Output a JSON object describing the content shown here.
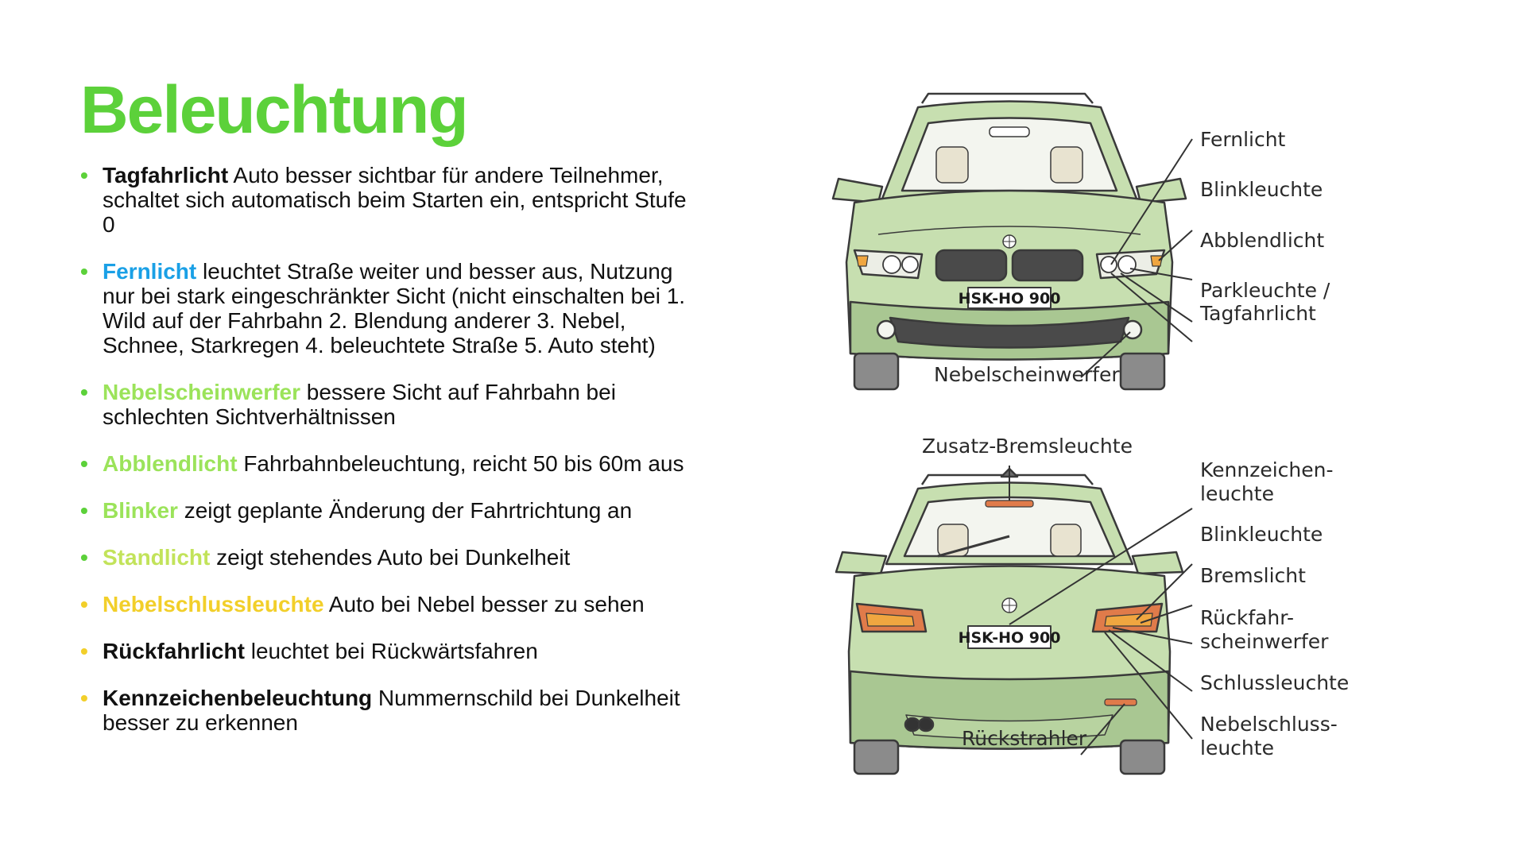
{
  "slide": {
    "title": "Beleuchtung",
    "title_color": "#5cd13a"
  },
  "items": [
    {
      "term": "Tagfahrlicht",
      "text": " Auto besser sichtbar für andere Teilnehmer, schaltet sich automatisch beim Starten ein, entspricht Stufe 0",
      "term_color": "#111111",
      "bullet_color": "#5cd13a"
    },
    {
      "term": "Fernlicht",
      "text": " leuchtet Straße weiter und besser aus, Nutzung nur bei stark eingeschränkter Sicht (nicht einschalten bei 1. Wild auf der Fahrbahn 2. Blendung anderer 3. Nebel, Schnee, Starkregen 4. beleuchtete Straße 5. Auto steht)",
      "term_color": "#1aa0e6",
      "bullet_color": "#5cd13a"
    },
    {
      "term": "Nebelscheinwerfer",
      "text": " bessere Sicht auf Fahrbahn bei schlechten Sichtverhältnissen",
      "term_color": "#9be35a",
      "bullet_color": "#5cd13a"
    },
    {
      "term": "Abblendlicht",
      "text": " Fahrbahnbeleuchtung, reicht 50 bis 60m aus",
      "term_color": "#9be35a",
      "bullet_color": "#5cd13a"
    },
    {
      "term": "Blinker",
      "text": " zeigt geplante Änderung der Fahrtrichtung an",
      "term_color": "#9be35a",
      "bullet_color": "#5cd13a"
    },
    {
      "term": "Standlicht",
      "text": " zeigt stehendes Auto bei Dunkelheit",
      "term_color": "#c2e35a",
      "bullet_color": "#5cd13a"
    },
    {
      "term": "Nebelschlussleuchte",
      "text": " Auto bei Nebel besser zu sehen",
      "term_color": "#f2cf2a",
      "bullet_color": "#f2cf2a"
    },
    {
      "term": "Rückfahrlicht",
      "text": " leuchtet bei Rückwärtsfahren",
      "term_color": "#111111",
      "bullet_color": "#f2cf2a"
    },
    {
      "term": "Kennzeichenbeleuchtung",
      "text": " Nummernschild bei Dunkelheit besser zu erkennen",
      "term_color": "#111111",
      "bullet_color": "#f2cf2a"
    }
  ],
  "diagram": {
    "plate": "HSK-HO 900",
    "front_labels": {
      "fernlicht": "Fernlicht",
      "blinkleuchte": "Blinkleuchte",
      "abblendlicht": "Abblendlicht",
      "parkleuchte_1": "Parkleuchte /",
      "parkleuchte_2": "Tagfahrlicht",
      "nebelscheinwerfer": "Nebelscheinwerfer"
    },
    "rear_labels": {
      "zusatz_bremsleuchte": "Zusatz-Bremsleuchte",
      "kennzeichen_1": "Kennzeichen-",
      "kennzeichen_2": "leuchte",
      "blinkleuchte": "Blinkleuchte",
      "bremslicht": "Bremslicht",
      "rueckfahr_1": "Rückfahr-",
      "rueckfahr_2": "scheinwerfer",
      "schlussleuchte": "Schlussleuchte",
      "nebelschluss_1": "Nebelschluss-",
      "nebelschluss_2": "leuchte",
      "rueckstrahler": "Rückstrahler"
    },
    "colors": {
      "body": "#c7dfb0",
      "body_dark": "#a9c792",
      "outline": "#3a3a3a",
      "taillight": "#e07b4a",
      "indicator": "#f0a640"
    }
  }
}
